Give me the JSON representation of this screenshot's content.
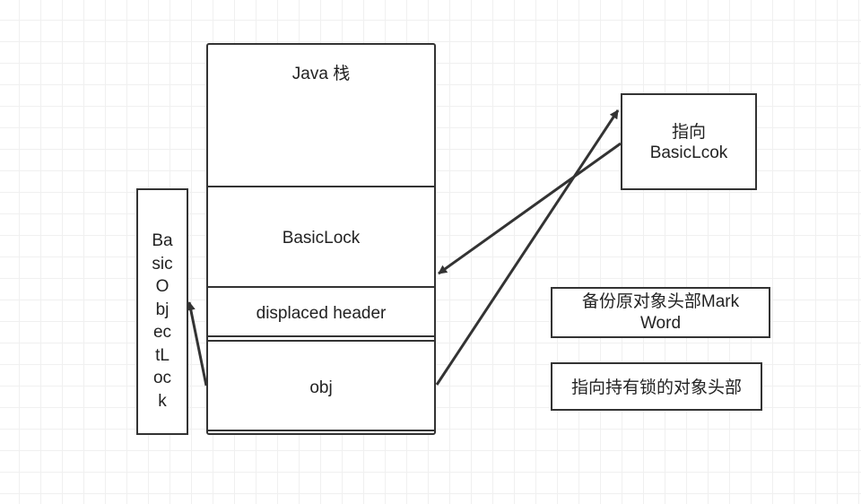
{
  "stack": {
    "title": "Java 栈",
    "basic_lock": "BasicLock",
    "displaced_header": "displaced  header",
    "obj": "obj"
  },
  "basic_object_lock": {
    "label": "Ba\nsic\nO\nbj\nec\ntL\noc\nk"
  },
  "pointer_box": {
    "label": "指向\nBasicLcok"
  },
  "notes": {
    "backup": "备份原对象头部Mark\nWord",
    "pointer": "指向持有锁的对象头部"
  }
}
